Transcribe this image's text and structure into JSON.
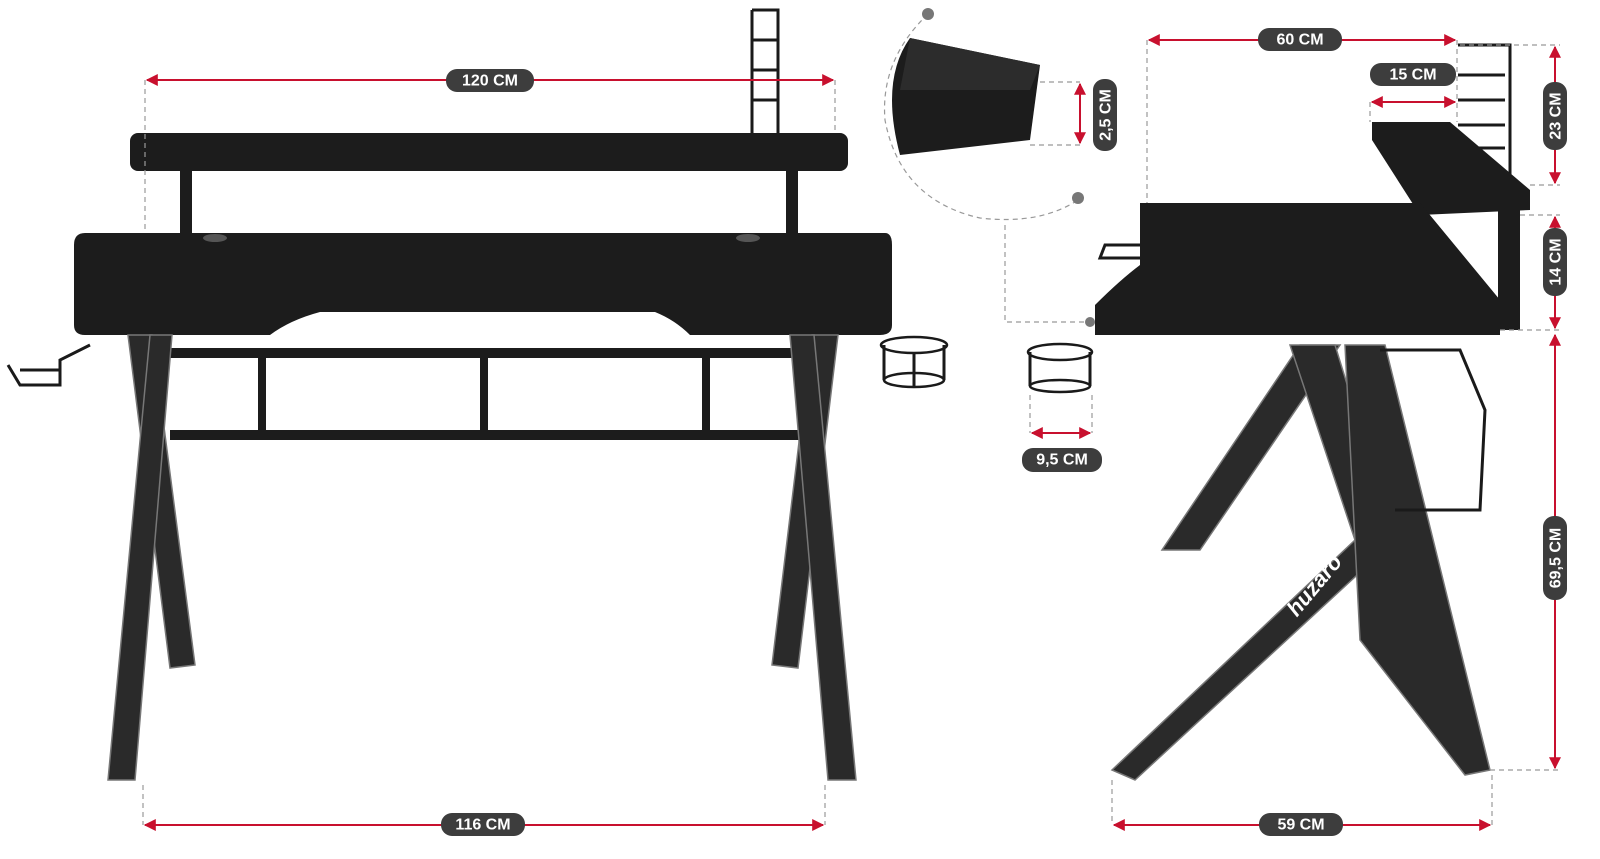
{
  "brand": "huzaro",
  "dimensions": {
    "front_top_width": "120 CM",
    "front_leg_width": "116 CM",
    "side_depth_top": "60 CM",
    "shelf_depth": "15 CM",
    "shelf_height": "23 CM",
    "shelf_riser": "14 CM",
    "desk_height": "69,5 CM",
    "top_thickness": "2,5 CM",
    "cup_holder_diameter": "9,5 CM",
    "side_leg_depth": "59 CM"
  },
  "colors": {
    "dimension_line": "#c8102e",
    "label_bg": "#3d3d3d",
    "desk": "#1c1c1c"
  }
}
